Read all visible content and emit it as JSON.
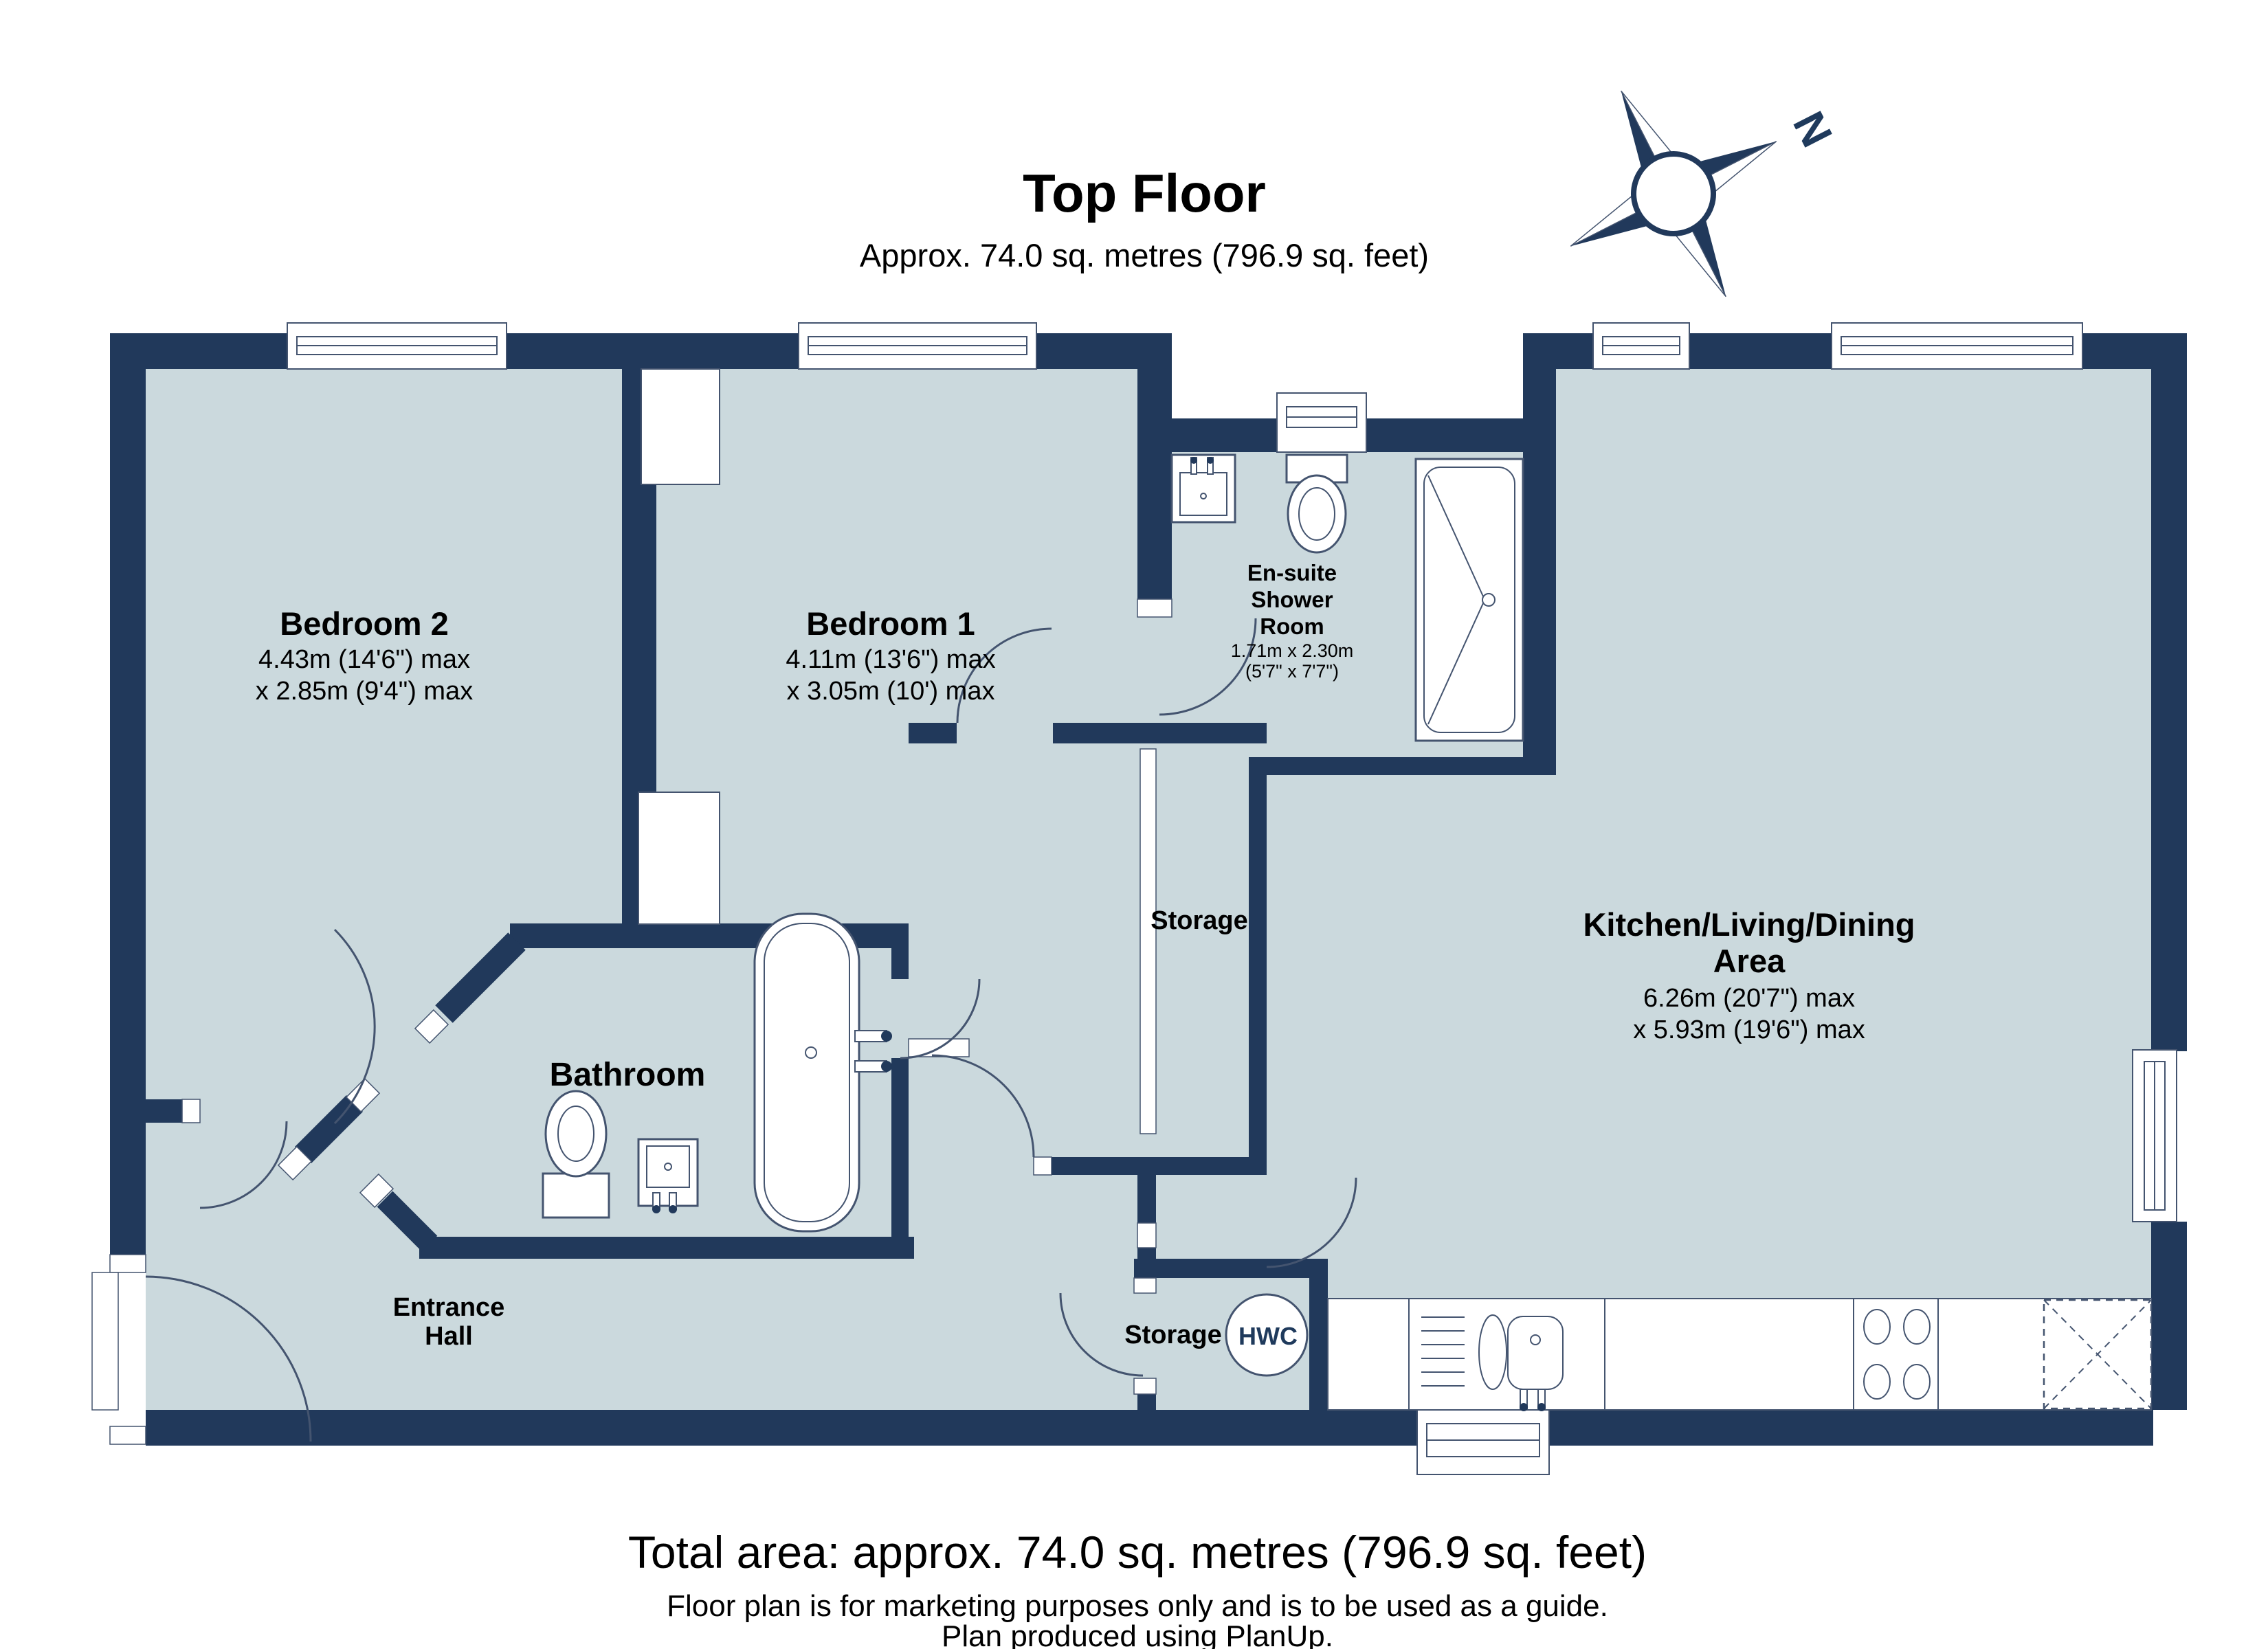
{
  "labels": {
    "title": "Top Floor",
    "subtitle": "Approx. 74.0 sq. metres (796.9 sq. feet)",
    "compass_n": "N"
  },
  "rooms": {
    "bedroom2": {
      "name": "Bedroom 2",
      "d1": "4.43m (14'6\") max",
      "d2": "x 2.85m (9'4\") max"
    },
    "bedroom1": {
      "name": "Bedroom 1",
      "d1": "4.11m (13'6\") max",
      "d2": "x 3.05m (10') max"
    },
    "ensuite": {
      "l1": "En-suite",
      "l2": "Shower",
      "l3": "Room",
      "d1": "1.71m x 2.30m",
      "d2": "(5'7\" x 7'7\")"
    },
    "kitchen": {
      "l1": "Kitchen/Living/Dining",
      "l2": "Area",
      "d1": "6.26m (20'7\") max",
      "d2": "x 5.93m (19'6\") max"
    },
    "bathroom": {
      "name": "Bathroom"
    },
    "storage_top": {
      "name": "Storage"
    },
    "storage_bottom": {
      "name": "Storage"
    },
    "entrance": {
      "l1": "Entrance",
      "l2": "Hall"
    },
    "hwc": {
      "label": "HWC"
    }
  },
  "footer": {
    "total": "Total area: approx. 74.0 sq. metres (796.9 sq. feet)",
    "disclaimer": "Floor plan is for marketing purposes only and is to be used as a guide.",
    "credit": "Plan produced using PlanUp."
  },
  "colors": {
    "wall": "#21395B",
    "floor": "#CBD9DD",
    "outline": "#44546F",
    "text": "#000000",
    "hwc_text": "#1F3A5C"
  }
}
